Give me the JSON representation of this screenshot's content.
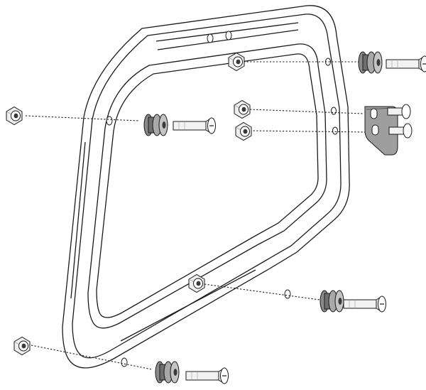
{
  "diagram": {
    "type": "exploded-assembly",
    "text_labels": [],
    "colors": {
      "line": "#1a1a1a",
      "nut_fill": "#eeeeee",
      "grommet_fill": "#9a9a9a",
      "bolt_fill": "#f2f2f2",
      "bracket_fill": "#9e9e9e",
      "background": "#ffffff"
    },
    "parts": [
      {
        "kind": "tube-frame",
        "count": 1
      },
      {
        "kind": "flange-nut",
        "count": 6
      },
      {
        "kind": "rubber-grommet",
        "count": 4
      },
      {
        "kind": "countersunk-bolt",
        "count": 4
      },
      {
        "kind": "mounting-bracket",
        "count": 1
      },
      {
        "kind": "bracket-bolt",
        "count": 2
      }
    ]
  }
}
